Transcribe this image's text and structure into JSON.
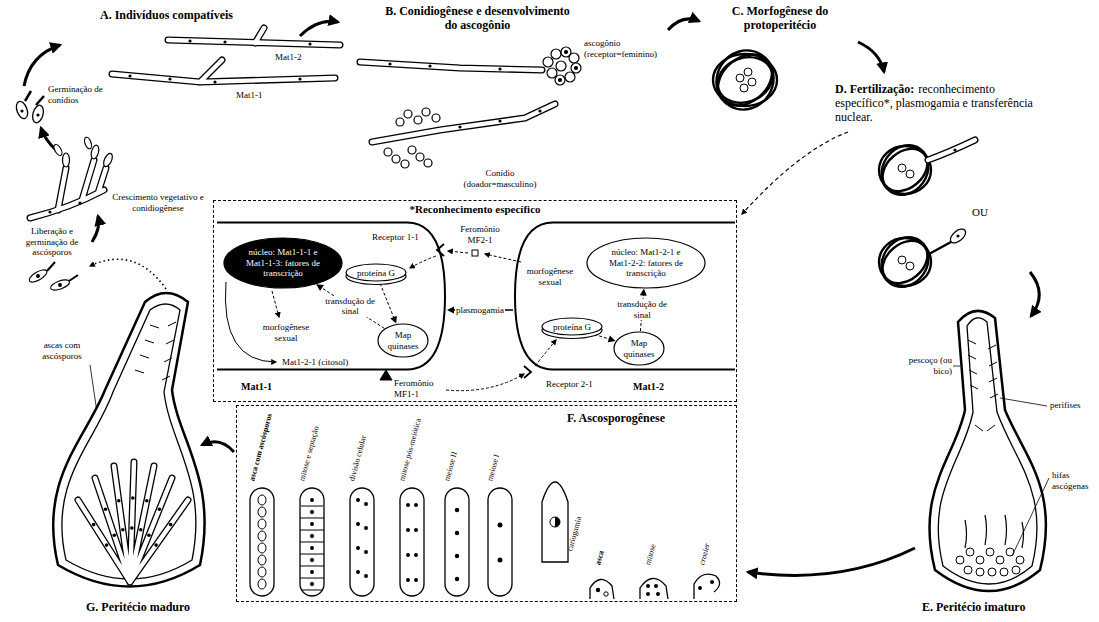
{
  "diagram": {
    "nodes": [
      {
        "text": [
          "*Reconhecimento específico"
        ]
      },
      {
        "text": [
          "Mat1-1"
        ],
        "in": 0
      },
      {
        "text": [
          "núcleo: Mat1-1-1 e Mat1-1-3: fatores de transcrição"
        ],
        "in": 1
      },
      {
        "text": [
          "proteína G"
        ],
        "in": 1
      },
      {
        "text": [
          "Map quinases"
        ],
        "in": 1
      },
      {
        "text": [
          "Mat1-2"
        ],
        "in": 0
      },
      {
        "text": [
          "núcleo: Mat1-2-1 e Mat1-2-2: fatores de transcrição"
        ],
        "in": 5
      },
      {
        "text": [
          "proteína G"
        ],
        "in": 5
      },
      {
        "text": [
          "Map quinases"
        ],
        "in": 5
      },
      {
        "text": [
          "F. Ascosporogênese"
        ]
      }
    ],
    "edges": [
      {
        "from": 3,
        "to": 4,
        "arrow": "to"
      },
      {
        "from": 4,
        "to": 2,
        "label": "transdução de sinal",
        "arrow": "to"
      },
      {
        "from": 7,
        "to": 8,
        "arrow": "to"
      },
      {
        "from": 8,
        "to": 6,
        "label": "transdução de sinal",
        "arrow": "to"
      },
      {
        "from": 5,
        "to": 1,
        "label": "plasmogamia",
        "arrow": "to"
      }
    ],
    "labels": [
      "A. Indivíduos compatíveis",
      "B. Conidiogênese e desenvolvimento do ascogônio",
      "C. Morfogênese do protoperitécio",
      "D. Fertilização:",
      "reconhecimento específico*, plasmogamia e transferência nuclear.",
      "E. Peritécio imaturo",
      "G. Peritécio maduro",
      "Germinação de conídios",
      "Mat1-1",
      "Mat1-2",
      "ascogônio (receptor=feminino)",
      "Conídio (doador=masculino)",
      "Crescimento vegetativo e conidiogênese",
      "Liberação e germinação de ascósporos",
      "ascas com ascósporos",
      "OU",
      "pescoço (ou bico)",
      "perifises",
      "hifas ascógenas",
      "Receptor 1-1",
      "Feromônio MF2-1",
      "morfogênese sexual",
      "Mat1-2-1 (citosol)",
      "Feromônio MF1-1",
      "morfogênese sexual",
      "Receptor 2-1",
      "asca com ascósporos",
      "mitose e septação",
      "divisão celular",
      "mitose pós-meiótica",
      "meiose II",
      "meiose I",
      "cariogamia",
      "asca",
      "mitose",
      "crozier"
    ]
  }
}
